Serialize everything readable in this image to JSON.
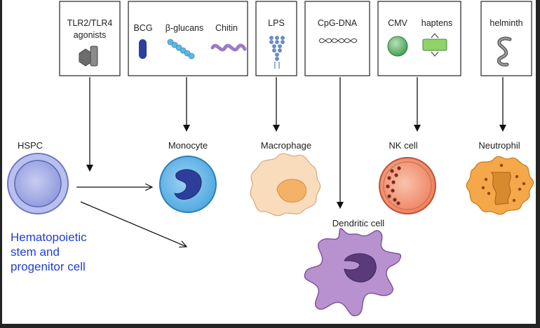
{
  "stimuli": {
    "tlr": "TLR2/TLR4\nagonists",
    "bcg": "BCG",
    "glucans": "β-glucans",
    "chitin": "Chitin",
    "lps": "LPS",
    "cpg": "CpG-DNA",
    "cmv": "CMV",
    "haptens": "haptens",
    "helminth": "helminth"
  },
  "cells": {
    "hspc": "HSPC",
    "monocyte": "Monocyte",
    "macrophage": "Macrophage",
    "nk": "NK cell",
    "neutrophil": "Neutrophil",
    "dendritic": "Dendritic cell"
  },
  "hspc_description": "Hematopoietic\nstem and\nprogenitor cell",
  "colors": {
    "description_text": "#1f3fd6",
    "monocyte": "#5bb3e6",
    "macrophage": "#f7d8b2",
    "nk": "#f08e6c",
    "neutrophil": "#f2a743",
    "dendritic": "#b58ac9",
    "hspc": "#9aa6e0"
  }
}
